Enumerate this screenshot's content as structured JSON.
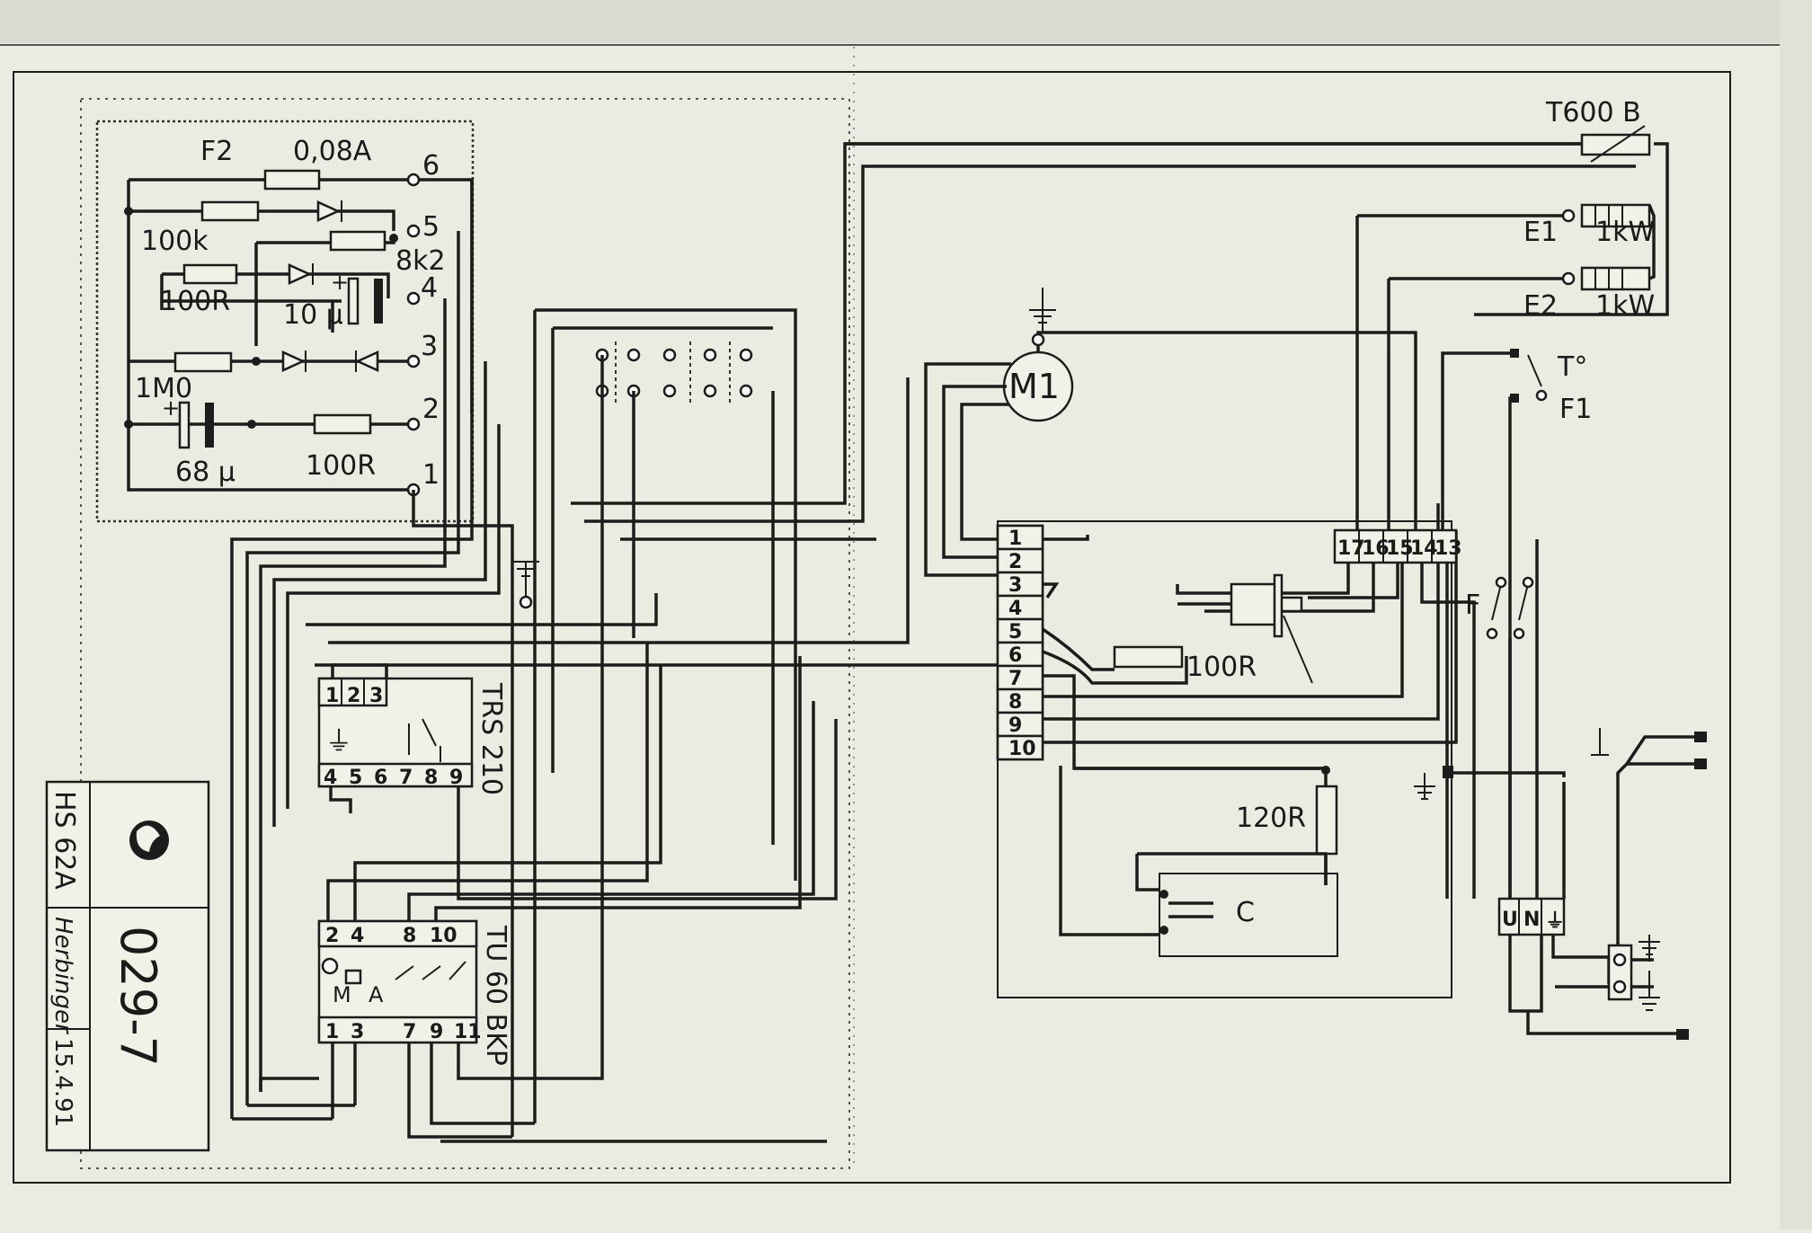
{
  "board": {
    "fuse_label": "F2",
    "fuse_rating": "0,08A",
    "r_100k": "100k",
    "r_8k2": "8k2",
    "r_100r_a": "100R",
    "cap_10u": "10 µ",
    "r_1m0": "1M0",
    "cap_68u": "68 µ",
    "r_100r_b": "100R",
    "pins": [
      "6",
      "5",
      "4",
      "3",
      "2",
      "1"
    ],
    "plus": "+"
  },
  "heaters": {
    "thermistor": "T600 B",
    "e1": "E1",
    "e1_power": "1kW",
    "e2": "E2",
    "e2_power": "1kW"
  },
  "motor": {
    "label": "M1"
  },
  "thermo": {
    "t_label": "T°",
    "f1_label": "F1",
    "f_label": "F"
  },
  "trs": {
    "label": "TRS 210",
    "top_pins": [
      "1",
      "2",
      "3"
    ],
    "bottom_pins": [
      "4",
      "5",
      "6",
      "7",
      "8",
      "9"
    ]
  },
  "tu": {
    "label": "TU 60 BKP",
    "top_pins": [
      "2",
      "4",
      "8",
      "10"
    ],
    "bottom_pins": [
      "1",
      "3",
      "7",
      "9",
      "11"
    ],
    "m": "M",
    "a": "A"
  },
  "terminal_strip": {
    "pins": [
      "1",
      "2",
      "3",
      "4",
      "5",
      "6",
      "7",
      "8",
      "9",
      "10"
    ]
  },
  "terminal_top": {
    "pins": [
      "17",
      "16",
      "15",
      "14",
      "13"
    ]
  },
  "misc": {
    "r_100r": "100R",
    "r_120r": "120R",
    "cap_c": "C",
    "mains": [
      "U",
      "N",
      "⏚"
    ]
  },
  "title_block": {
    "model": "HS 62A",
    "signature": "Herbinger",
    "date": "15.4.91",
    "drawing_no": "029-7"
  }
}
